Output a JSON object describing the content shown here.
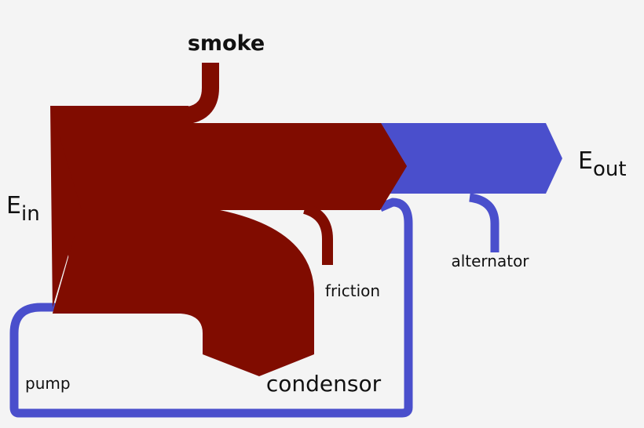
{
  "colors": {
    "heat": "#800c00",
    "work": "#4a4fcc",
    "background": "#f4f4f4",
    "text": "#111111"
  },
  "labels": {
    "smoke": "smoke",
    "e_in_base": "E",
    "e_in_sub": "in",
    "e_out_base": "E",
    "e_out_sub": "out",
    "alternator": "alternator",
    "friction": "friction",
    "condensor": "condensor",
    "pump": "pump"
  }
}
